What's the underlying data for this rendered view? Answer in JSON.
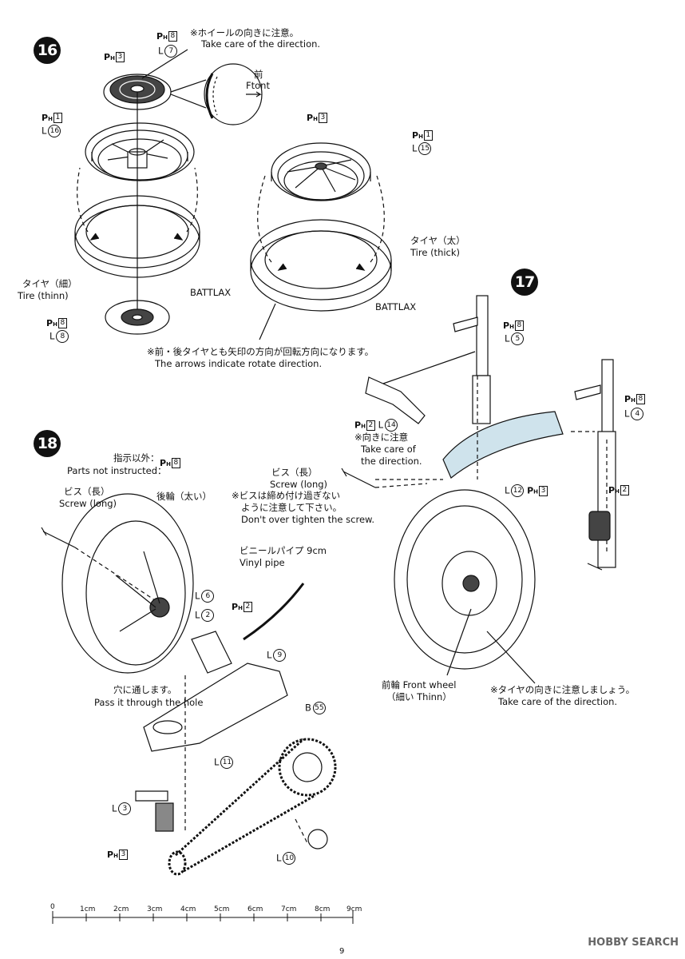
{
  "steps": {
    "s16": "16",
    "s17": "17",
    "s18": "18"
  },
  "s16": {
    "p_rear_hub": {
      "prefix": "P",
      "sub": "H",
      "num": "3"
    },
    "p_top": {
      "prefix": "P",
      "sub": "H",
      "num": "8"
    },
    "l_top": {
      "letter": "L",
      "num": "7"
    },
    "note_direction_jp": "※ホイールの向きに注意。",
    "note_direction_en": "Take care of the direction.",
    "front_jp": "前",
    "front_en": "Ftont",
    "p_rear_wheel": {
      "prefix": "P",
      "sub": "H",
      "num": "1"
    },
    "l_rear_wheel": {
      "letter": "L",
      "num": "16"
    },
    "p_front_hub": {
      "prefix": "P",
      "sub": "H",
      "num": "3"
    },
    "p_front_wheel": {
      "prefix": "P",
      "sub": "H",
      "num": "1"
    },
    "l_front_wheel": {
      "letter": "L",
      "num": "15"
    },
    "tire_thick_jp": "タイヤ（太）",
    "tire_thick_en": "Tire (thick)",
    "tire_thin_jp": "タイヤ（細）",
    "tire_thin_en": "Tire (thinn)",
    "battlax_left": "BATTLAX",
    "battlax_right": "BATTLAX",
    "p_disc": {
      "prefix": "P",
      "sub": "H",
      "num": "8"
    },
    "l_disc": {
      "letter": "L",
      "num": "8"
    },
    "arrow_note_jp": "※前・後タイヤとも矢印の方向が回転方向になります。",
    "arrow_note_en": "The arrows indicate rotate direction."
  },
  "s17": {
    "p_fork1": {
      "prefix": "P",
      "sub": "H",
      "num": "8"
    },
    "l_fork1": {
      "letter": "L",
      "num": "5"
    },
    "p_fork2": {
      "prefix": "P",
      "sub": "H",
      "num": "8"
    },
    "l_fork2": {
      "letter": "L",
      "num": "4"
    },
    "p_bracket": {
      "prefix": "P",
      "sub": "H",
      "num": "2"
    },
    "l_bracket": {
      "letter": "L",
      "num": "14"
    },
    "bracket_note_jp": "※向きに注意",
    "bracket_note_en1": "Take care of",
    "bracket_note_en2": "the direction.",
    "l_fender": {
      "letter": "L",
      "num": "12"
    },
    "p_fender": {
      "prefix": "P",
      "sub": "H",
      "num": "3"
    },
    "p_caliper": {
      "prefix": "P",
      "sub": "H",
      "num": "2"
    },
    "front_wheel_jp": "前輪 Front wheel",
    "front_wheel_en": "（細い Thinn）",
    "tire_dir_jp": "※タイヤの向きに注意しましょう。",
    "tire_dir_en": "Take care of the direction."
  },
  "s18": {
    "except_jp": "指示以外：",
    "except_en": "Parts not instructed：",
    "p_except": {
      "prefix": "P",
      "sub": "H",
      "num": "8"
    },
    "screw_left_jp": "ビス（長）",
    "screw_left_en": "Screw (long)",
    "rear_wheel_jp": "後輪（太い）",
    "screw_mid_jp": "ビス（長）",
    "screw_mid_en": "Screw (long)",
    "screw_warn_jp1": "※ビスは締め付け過ぎない",
    "screw_warn_jp2": "ように注意して下さい。",
    "screw_warn_en": "Don't over tighten the screw.",
    "vinyl_jp": "ビニールパイプ 9cm",
    "vinyl_en": "Vinyl pipe",
    "l6": {
      "letter": "L",
      "num": "6"
    },
    "l2": {
      "letter": "L",
      "num": "2"
    },
    "p2": {
      "prefix": "P",
      "sub": "H",
      "num": "2"
    },
    "l9": {
      "letter": "L",
      "num": "9"
    },
    "hole_jp": "穴に通します。",
    "hole_en": "Pass it through the hole",
    "b55": {
      "letter": "B",
      "num": "55"
    },
    "l11": {
      "letter": "L",
      "num": "11"
    },
    "l3": {
      "letter": "L",
      "num": "3"
    },
    "p3": {
      "prefix": "P",
      "sub": "H",
      "num": "3"
    },
    "l10": {
      "letter": "L",
      "num": "10"
    }
  },
  "ruler": [
    "0",
    "1cm",
    "2cm",
    "3cm",
    "4cm",
    "5cm",
    "6cm",
    "7cm",
    "8cm",
    "9cm"
  ],
  "page_number": "9",
  "watermark": "HOBBY SEARCH"
}
